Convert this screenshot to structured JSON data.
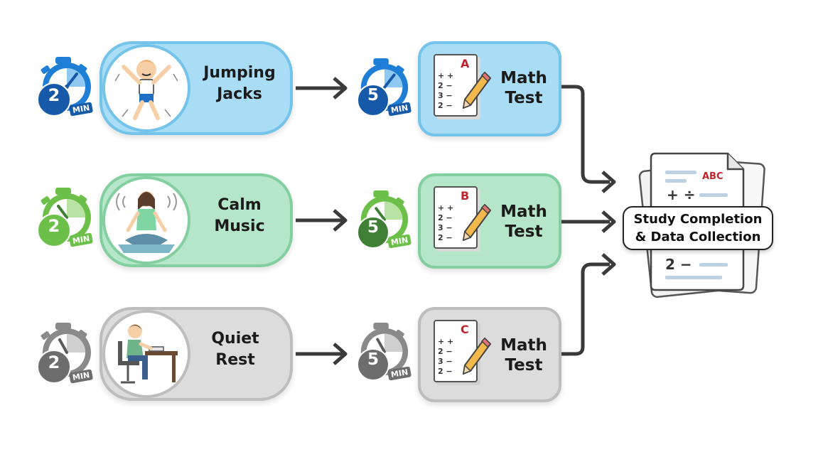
{
  "rows": [
    {
      "activity": "Jumping\nJacks",
      "rest_minutes": "2",
      "test_minutes": "5",
      "min_label": "MIN",
      "test_version": "A",
      "test_label": "Math\nTest",
      "theme": "blue",
      "colors": {
        "box": "#a9dcf5",
        "border": "#74c3ea",
        "timer": "#1f7fd6",
        "timer_dark": "#1659a8"
      }
    },
    {
      "activity": "Calm\nMusic",
      "rest_minutes": "2",
      "test_minutes": "5",
      "min_label": "MIN",
      "test_version": "B",
      "test_label": "Math\nTest",
      "theme": "green",
      "colors": {
        "box": "#b6e6c9",
        "border": "#83cf9f",
        "timer": "#6cc04a",
        "timer_dark": "#3f7f36"
      }
    },
    {
      "activity": "Quiet\nRest",
      "rest_minutes": "2",
      "test_minutes": "5",
      "min_label": "MIN",
      "test_version": "C",
      "test_label": "Math\nTest",
      "theme": "gray",
      "colors": {
        "box": "#dcdcdc",
        "border": "#bdbdbd",
        "timer": "#8a8a8a",
        "timer_dark": "#5c5c5c"
      }
    }
  ],
  "final": {
    "label": "Study Completion\n& Data Collection",
    "doc_header": "ABC",
    "doc_symbols": "+ ÷",
    "doc_line": "2 −"
  },
  "worksheet_lines": [
    "+ +",
    "2 −",
    "3 −",
    "2 −"
  ],
  "colors": {
    "arrow": "#3a3a3a",
    "letter": "#c0242b"
  }
}
